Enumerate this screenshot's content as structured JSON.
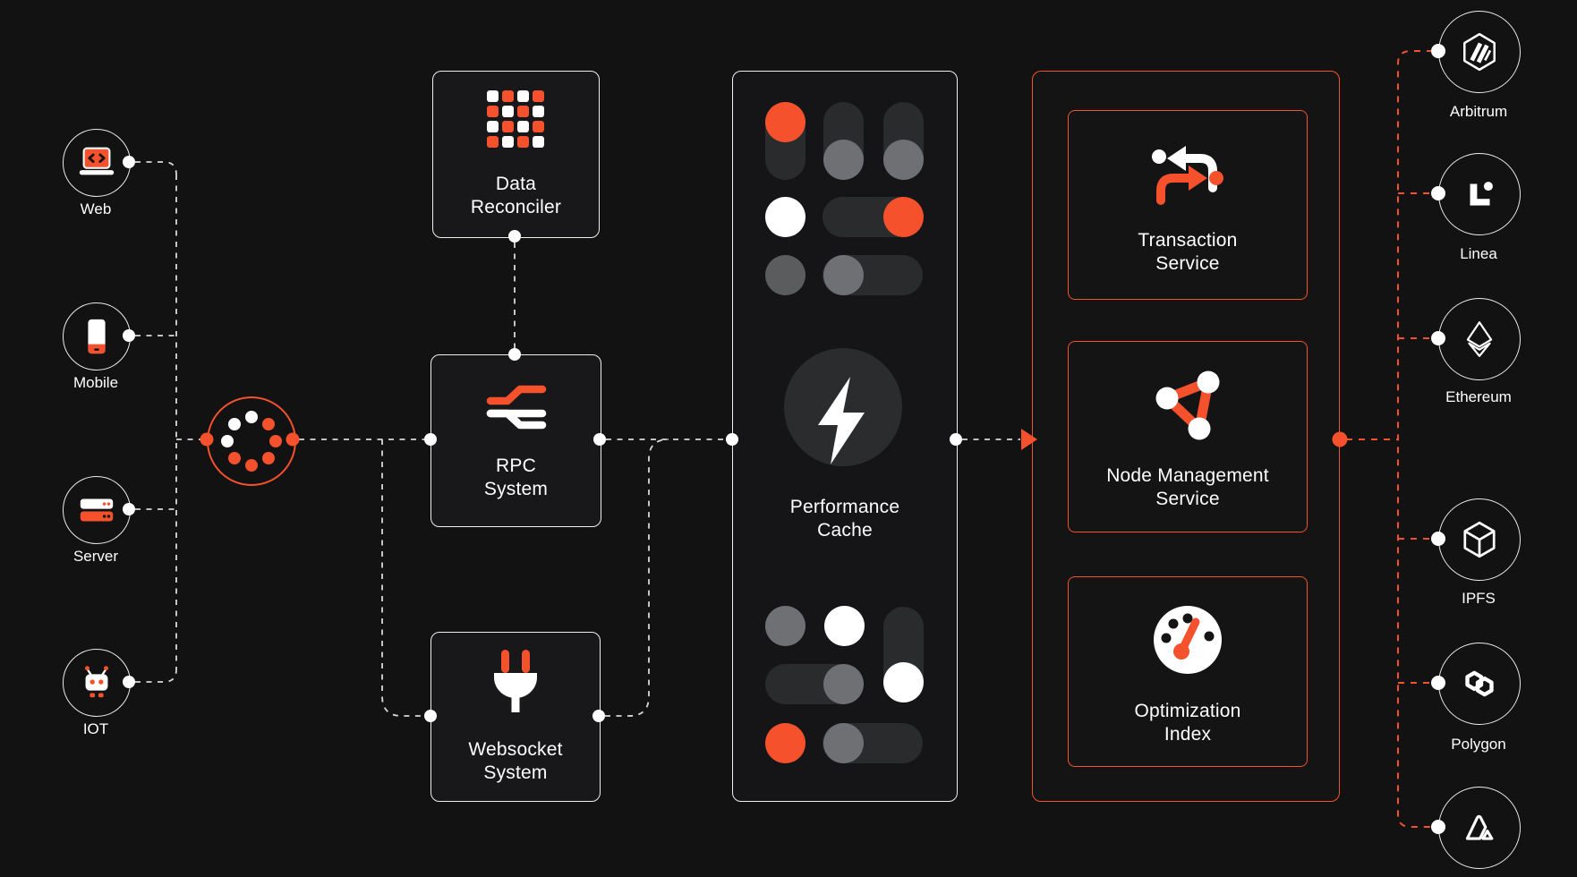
{
  "colors": {
    "background": "#121213",
    "accent": "#f5512d",
    "line_white": "#d9d9d9"
  },
  "sources": [
    {
      "label": "Web",
      "icon": "laptop-code-icon"
    },
    {
      "label": "Mobile",
      "icon": "smartphone-icon"
    },
    {
      "label": "Server",
      "icon": "server-icon"
    },
    {
      "label": "IOT",
      "icon": "robot-icon"
    }
  ],
  "hub": {
    "icon": "loader-spinner-icon"
  },
  "systems": {
    "data_reconciler": {
      "line1": "Data",
      "line2": "Reconciler",
      "icon": "pixel-grid-icon"
    },
    "rpc": {
      "line1": "RPC",
      "line2": "System",
      "icon": "split-layers-icon"
    },
    "websocket": {
      "line1": "Websocket",
      "line2": "System",
      "icon": "plug-icon"
    }
  },
  "performance_cache": {
    "line1": "Performance",
    "line2": "Cache",
    "icon": "lightning-icon",
    "toggles": {
      "top": [
        [
          "vertical-switch-orange-knob-top",
          "vertical-switch-gray-knob-bottom",
          "vertical-switch-gray-knob-bottom"
        ],
        [
          "white-dot",
          "horizontal-switch-orange-knob-right"
        ],
        [
          "gray-dot",
          "horizontal-switch-gray-knob-left"
        ]
      ],
      "bottom": [
        [
          "gray-dot",
          "white-dot",
          "vertical-switch-white-knob-bottom"
        ],
        [
          "horizontal-switch-gray-knob-right"
        ],
        [
          "orange-dot",
          "horizontal-switch-gray-knob-left"
        ]
      ]
    }
  },
  "services": [
    {
      "line1": "Transaction",
      "line2": "Service",
      "icon": "swap-arrows-icon"
    },
    {
      "line1": "Node Management",
      "line2": "Service",
      "icon": "node-network-icon"
    },
    {
      "line1": "Optimization",
      "line2": "Index",
      "icon": "gauge-icon"
    }
  ],
  "chains": [
    {
      "label": "Arbitrum",
      "icon": "arbitrum-icon"
    },
    {
      "label": "Linea",
      "icon": "linea-icon"
    },
    {
      "label": "Ethereum",
      "icon": "ethereum-icon"
    },
    {
      "label": "IPFS",
      "icon": "ipfs-icon"
    },
    {
      "label": "Polygon",
      "icon": "polygon-icon"
    },
    {
      "label": "",
      "icon": "avalanche-icon"
    }
  ]
}
